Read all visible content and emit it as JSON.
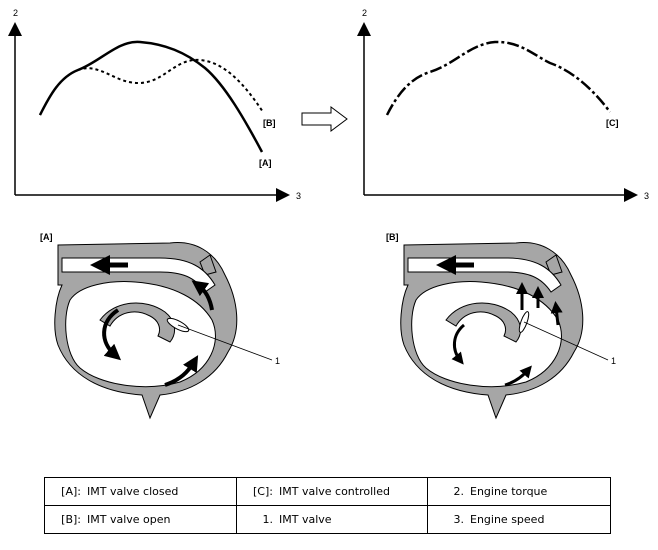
{
  "graph_left": {
    "y_axis_label": "2",
    "x_axis_label": "3",
    "curve_a_label": "[A]",
    "curve_b_label": "[B]"
  },
  "graph_right": {
    "y_axis_label": "2",
    "x_axis_label": "3",
    "curve_c_label": "[C]"
  },
  "illustration_left": {
    "label": "[A]",
    "callout": "1"
  },
  "illustration_right": {
    "label": "[B]",
    "callout": "1"
  },
  "legend": {
    "rows": [
      [
        {
          "key": "[A]:",
          "value": "IMT valve closed"
        },
        {
          "key": "[C]:",
          "value": "IMT valve controlled"
        },
        {
          "key": "2.",
          "value": "Engine torque"
        }
      ],
      [
        {
          "key": "[B]:",
          "value": "IMT valve open"
        },
        {
          "key": "1.",
          "value": "IMT valve"
        },
        {
          "key": "3.",
          "value": "Engine speed"
        }
      ]
    ]
  },
  "colors": {
    "housing": "#a6a6a6",
    "line": "#000000"
  }
}
